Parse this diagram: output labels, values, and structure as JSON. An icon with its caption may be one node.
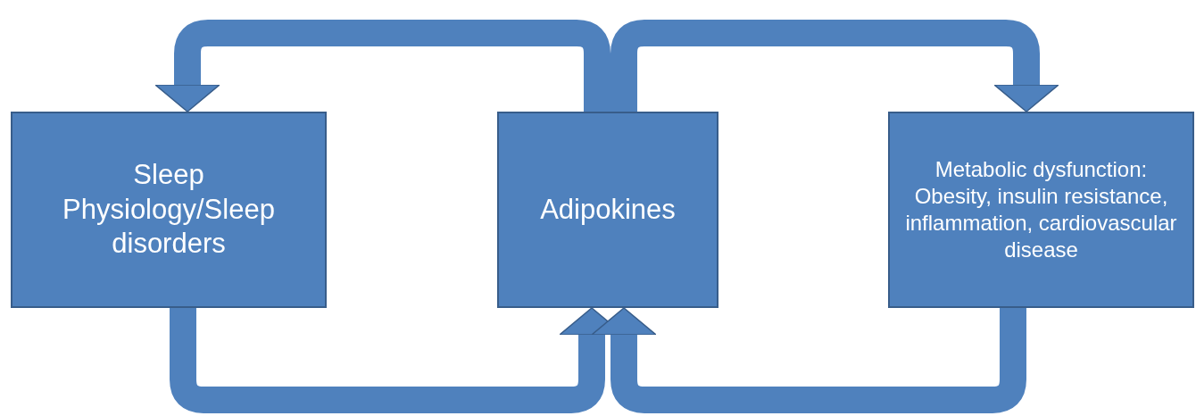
{
  "diagram": {
    "nodes": [
      {
        "text": [
          "Sleep Physiology/Sleep disorders"
        ]
      },
      {
        "text": [
          "Adipokines"
        ]
      },
      {
        "text": [
          "Metabolic dysfunction: Obesity, insulin resistance, inflammation, cardiovascular disease"
        ]
      }
    ],
    "edges": [
      {
        "from": 1,
        "to": 0,
        "arrow": "to"
      },
      {
        "from": 1,
        "to": 2,
        "arrow": "to"
      },
      {
        "from": 0,
        "to": 1,
        "arrow": "to"
      },
      {
        "from": 2,
        "to": 1,
        "arrow": "to"
      }
    ]
  }
}
